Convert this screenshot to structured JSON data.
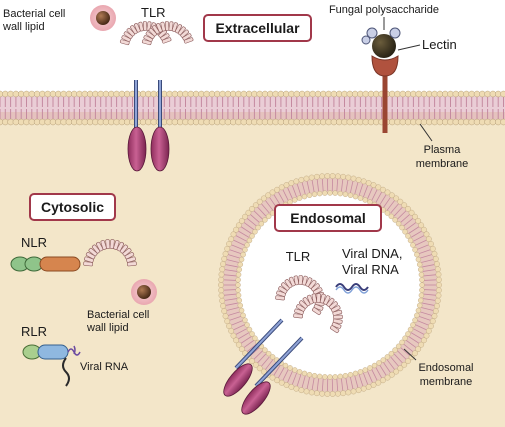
{
  "labels": {
    "bacterial_lipid_top": [
      "Bacterial cell",
      "wall lipid"
    ],
    "tlr_top": "TLR",
    "extracellular": "Extracellular",
    "fungal": "Fungal polysaccharide",
    "lectin": "Lectin",
    "plasma_membrane": [
      "Plasma",
      "membrane"
    ],
    "cytosolic": "Cytosolic",
    "endosomal": "Endosomal",
    "nlr": "NLR",
    "bacterial_lipid_nlr": [
      "Bacterial cell",
      "wall lipid"
    ],
    "tlr_endo": "TLR",
    "viral_dna_rna": [
      "Viral DNA,",
      "Viral RNA"
    ],
    "rlr": "RLR",
    "viral_rna": "Viral RNA",
    "endosomal_membrane": [
      "Endosomal",
      "membrane"
    ]
  },
  "colors": {
    "cytoplasm": "#f3e6c9",
    "lipid_head": "#efdcb4",
    "lipid_tail": "#d9a4b4",
    "receptor": "#b4487a",
    "lrr": "#f2d9d6",
    "label_box_border": "#a1384a",
    "lectin": "#b0523e",
    "polysaccharide": "#3d3422"
  }
}
